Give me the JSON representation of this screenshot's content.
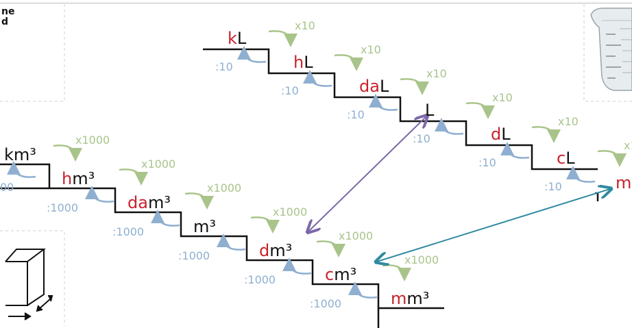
{
  "corner_label": {
    "line1": "ne",
    "line2": "d"
  },
  "liters": {
    "units": [
      {
        "prefix": "k",
        "base": "L"
      },
      {
        "prefix": "h",
        "base": "L"
      },
      {
        "prefix": "da",
        "base": "L"
      },
      {
        "prefix": "",
        "base": "L"
      },
      {
        "prefix": "d",
        "base": "L"
      },
      {
        "prefix": "c",
        "base": "L"
      },
      {
        "prefix": "m",
        "base": ""
      }
    ],
    "multiply_label": "x10",
    "divide_label": ":10"
  },
  "cubic": {
    "units": [
      {
        "prefix": "",
        "base": "m³",
        "partial": "km³"
      },
      {
        "prefix": "h",
        "base": "m³"
      },
      {
        "prefix": "da",
        "base": "m³"
      },
      {
        "prefix": "",
        "base": "m³"
      },
      {
        "prefix": "d",
        "base": "m³"
      },
      {
        "prefix": "c",
        "base": "m³"
      },
      {
        "prefix": "m",
        "base": "m³"
      }
    ],
    "multiply_label": "x1000",
    "divide_label": ":1000",
    "partial_divide": "00"
  },
  "colors": {
    "prefix": "#c8232c",
    "multiply_arrow": "#a9c48a",
    "divide_arrow": "#8fafd0",
    "link_L_dm3": "#7b68a8",
    "link_mL_cm3": "#2f8aa0",
    "stair": "#111111"
  },
  "icons": [
    "cube-icon",
    "measuring-cup-icon"
  ]
}
